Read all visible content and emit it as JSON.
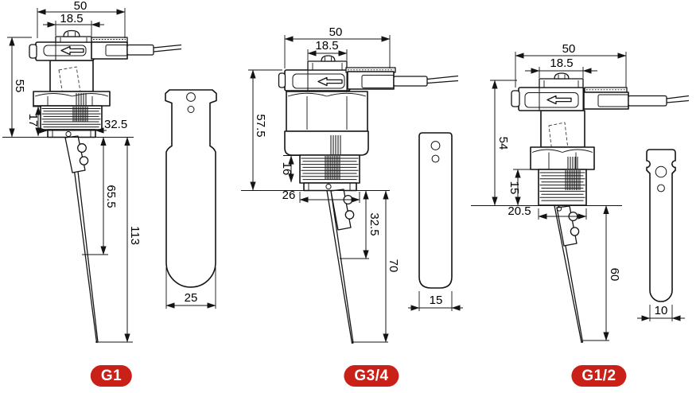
{
  "colors": {
    "line": "#141414",
    "badge_background": "#c92017",
    "badge_text": "#ffffff",
    "background": "#ffffff"
  },
  "drawings": [
    {
      "badge": "G1",
      "dims": {
        "top_width": "50",
        "cap_width": "18.5",
        "body_height": "55",
        "thread_length": "17",
        "thread_diameter": "32.5",
        "paddle_mid_length": "65.5",
        "paddle_total_length": "113",
        "blade_width": "25"
      }
    },
    {
      "badge": "G3/4",
      "dims": {
        "top_width": "50",
        "cap_width": "18.5",
        "body_height": "57.5",
        "thread_length": "16",
        "thread_diameter": "26",
        "paddle_mid_length": "32.5",
        "paddle_total_length": "70",
        "blade_width": "15"
      }
    },
    {
      "badge": "G1/2",
      "dims": {
        "top_width": "50",
        "cap_width": "18.5",
        "body_height": "54",
        "thread_length": "15",
        "thread_diameter": "20.5",
        "paddle_total_length": "60",
        "blade_width": "10"
      }
    }
  ]
}
